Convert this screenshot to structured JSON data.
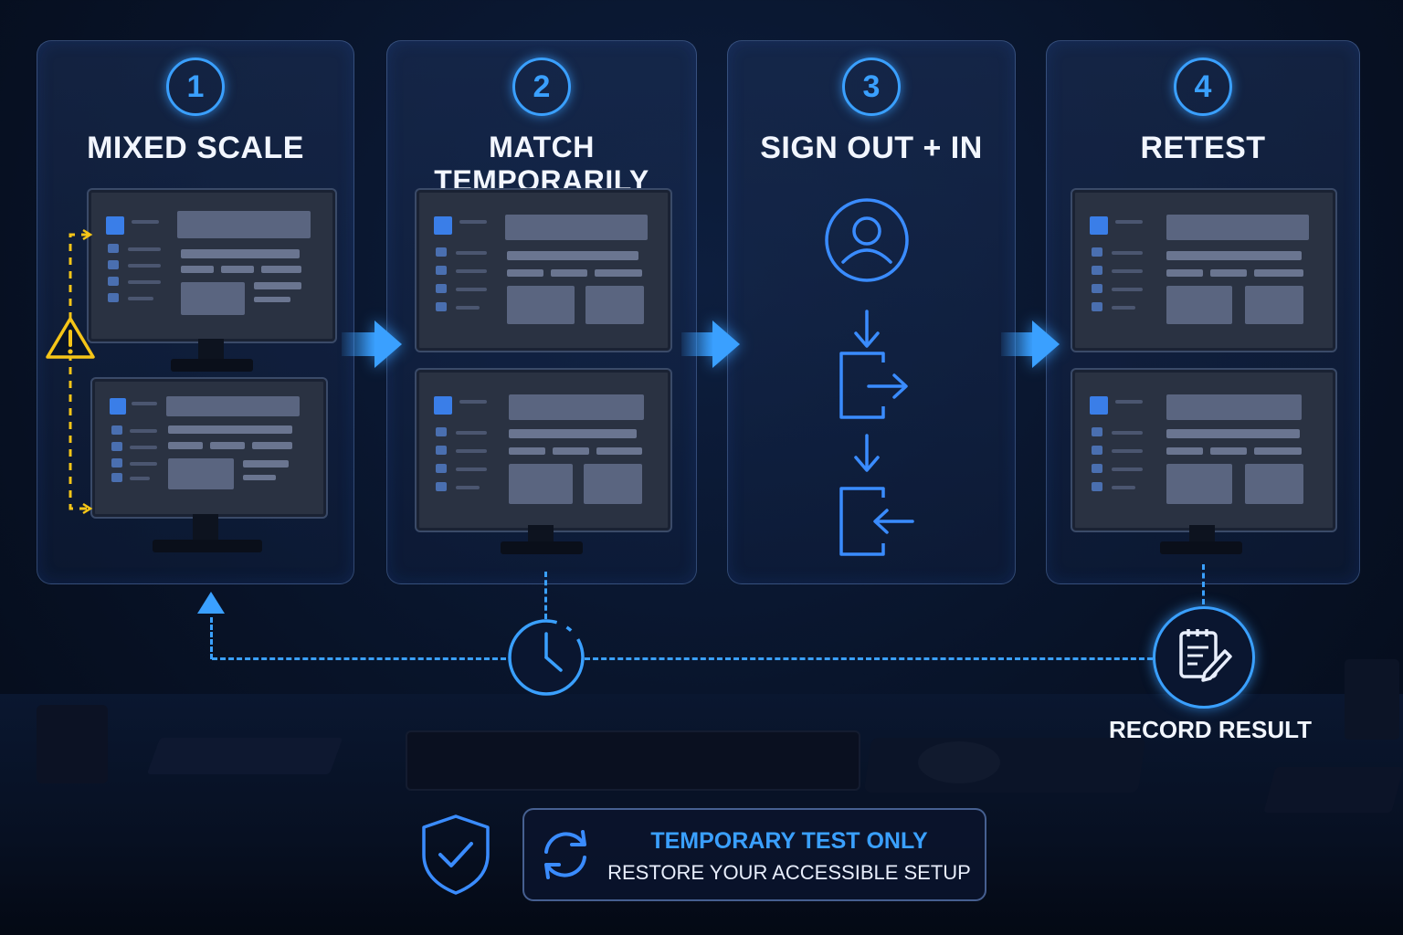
{
  "steps": [
    {
      "number": "1",
      "title": "MIXED SCALE"
    },
    {
      "number": "2",
      "title": "MATCH TEMPORARILY"
    },
    {
      "number": "3",
      "title": "SIGN OUT + IN"
    },
    {
      "number": "4",
      "title": "RETEST"
    }
  ],
  "record": {
    "label": "RECORD RESULT"
  },
  "note": {
    "title": "TEMPORARY TEST ONLY",
    "subtitle": "RESTORE YOUR ACCESSIBLE SETUP"
  },
  "icons": {
    "warning": "warning-icon",
    "user": "user-icon",
    "sign_out": "sign-out-icon",
    "sign_in": "sign-in-icon",
    "clock": "clock-icon",
    "record": "notepad-pencil-icon",
    "shield": "shield-check-icon",
    "refresh": "refresh-icon"
  },
  "colors": {
    "accent": "#3aa0ff",
    "warning": "#f5c518",
    "background": "#081328"
  }
}
